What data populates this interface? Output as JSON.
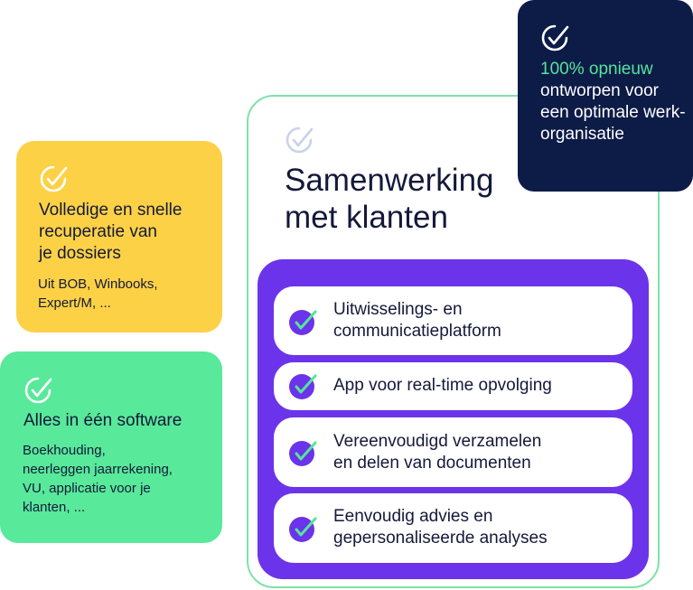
{
  "main_card": {
    "title": "Samenwerking\nmet klanten",
    "features": [
      {
        "label": "Uitwisselings- en\ncommunicatieplatform"
      },
      {
        "label": "App voor real-time opvolging"
      },
      {
        "label": "Vereenvoudigd verzamelen\nen delen van documenten"
      },
      {
        "label": "Eenvoudig advies en\ngepersonaliseerde analyses"
      }
    ]
  },
  "navy_card": {
    "highlight": "100% opnieuw",
    "text": "ontworpen voor een optimale werk-organisatie"
  },
  "yellow_card": {
    "title": "Volledige en snelle\nrecuperatie van\nje dossiers",
    "subtitle": "Uit BOB, Winbooks,\nExpert/M, ..."
  },
  "green_card": {
    "title": "Alles in één software",
    "subtitle": "Boekhouding,\nneerleggen jaarrekening,\nVU, applicatie voor  je\nklanten, ..."
  },
  "colors": {
    "purple": "#6b34ea",
    "navy": "#0d1b47",
    "yellow": "#fcd146",
    "green": "#58e99a",
    "accent_green": "#55e59a",
    "border_green": "#7ee2a8",
    "text_dark": "#14193a"
  },
  "icons": {
    "badge_check": "badge-check-icon",
    "circle_check": "circle-check-icon"
  }
}
